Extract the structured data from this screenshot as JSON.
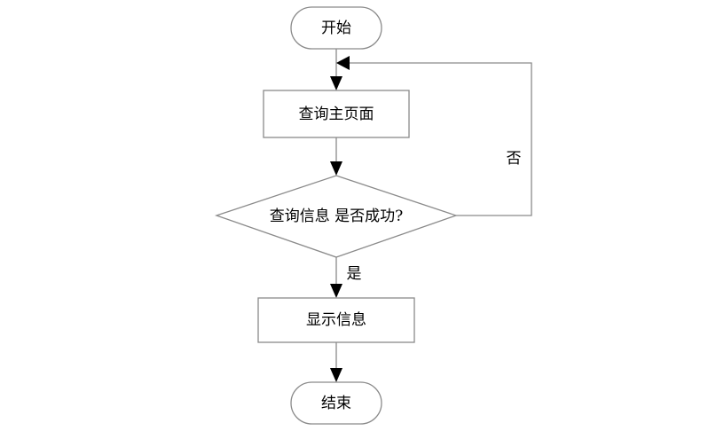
{
  "flowchart": {
    "start": {
      "label": "开始"
    },
    "query_home": {
      "label": "查询主页面"
    },
    "decision": {
      "label": "查询信息 是否成功?"
    },
    "no_branch": {
      "label": "否"
    },
    "yes_branch": {
      "label": "是"
    },
    "show_info": {
      "label": "显示信息"
    },
    "end": {
      "label": "结束"
    }
  }
}
